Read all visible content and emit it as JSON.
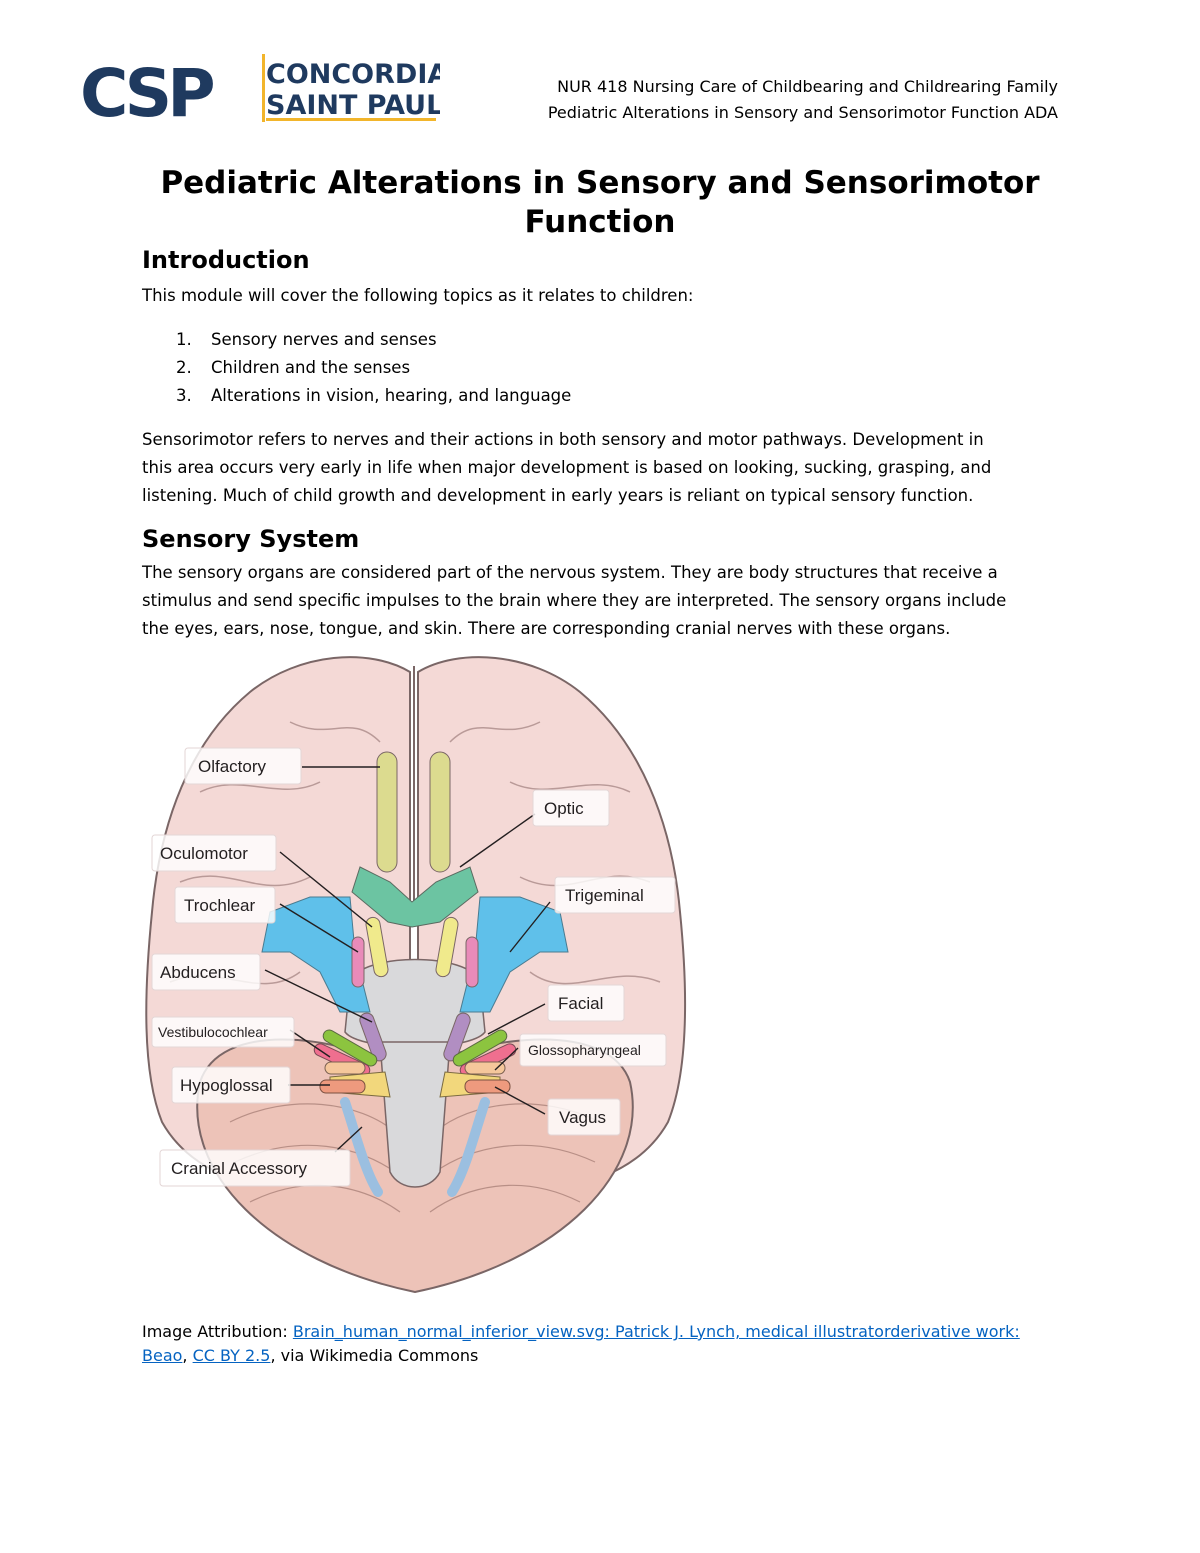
{
  "logo": {
    "mark": "CSP",
    "line1": "CONCORDIA",
    "line2": "SAINT PAUL",
    "navy": "#1f3a5f",
    "gold": "#f2b52b"
  },
  "header": {
    "course": "NUR 418 Nursing Care of Childbearing and Childrearing Family",
    "module": "Pediatric Alterations in Sensory and Sensorimotor Function ADA"
  },
  "title": {
    "line1": "Pediatric Alterations in Sensory and Sensorimotor",
    "line2": "Function"
  },
  "introduction": {
    "heading": "Introduction",
    "lead": "This module will cover the following topics as it relates to children:",
    "topics": [
      {
        "num": "1.",
        "text": "Sensory nerves and senses"
      },
      {
        "num": "2.",
        "text": "Children and the senses"
      },
      {
        "num": "3.",
        "text": "Alterations in vision, hearing, and language"
      }
    ],
    "paragraph": [
      "Sensorimotor refers to nerves and their actions in both sensory and motor pathways. Development in",
      "this area occurs very early in life when major development is based on looking, sucking, grasping, and",
      "listening. Much of child growth and development in early years is reliant on typical sensory function."
    ]
  },
  "sensory_system": {
    "heading": "Sensory System",
    "paragraph": [
      "The sensory organs are considered part of the nervous system. They are body structures that receive a",
      "stimulus and send specific impulses to the brain where they are interpreted. The sensory organs include",
      "the eyes, ears, nose, tongue, and skin. There are corresponding cranial nerves with these organs."
    ]
  },
  "brain_diagram": {
    "labels": {
      "olfactory": "Olfactory",
      "optic": "Optic",
      "oculomotor": "Oculomotor",
      "trigeminal": "Trigeminal",
      "trochlear": "Trochlear",
      "abducens": "Abducens",
      "facial": "Facial",
      "vestibulocochlear": "Vestibulocochlear",
      "glossopharyngeal": "Glossopharyngeal",
      "hypoglossal": "Hypoglossal",
      "vagus": "Vagus",
      "cranial_accessory": "Cranial Accessory"
    },
    "colors": {
      "cortex": "#f4d9d6",
      "cerebellum": "#edc3b8",
      "stem": "#d9d9db",
      "olfactory": "#dcdb8f",
      "optic": "#6cc4a2",
      "trigeminal": "#5fc0ea",
      "oculomotor": "#f0ea8c",
      "trochlear": "#e98bb9",
      "abducens": "#b18ec2",
      "facial": "#8cc43f",
      "vestibulocochlear": "#ef6f8f",
      "glossopharyngeal": "#f2d77c",
      "vagus": "#ee9a7e",
      "hypoglossal": "#f5c79b",
      "accessory": "#9bbfe0"
    }
  },
  "attribution": {
    "prefix": "Image Attribution: ",
    "link1": "Brain_human_normal_inferior_view.svg: Patrick J. Lynch, medical illustratorderivative work: Beao",
    "sep": ", ",
    "link2": "CC BY 2.5",
    "suffix": ", via Wikimedia Commons"
  }
}
